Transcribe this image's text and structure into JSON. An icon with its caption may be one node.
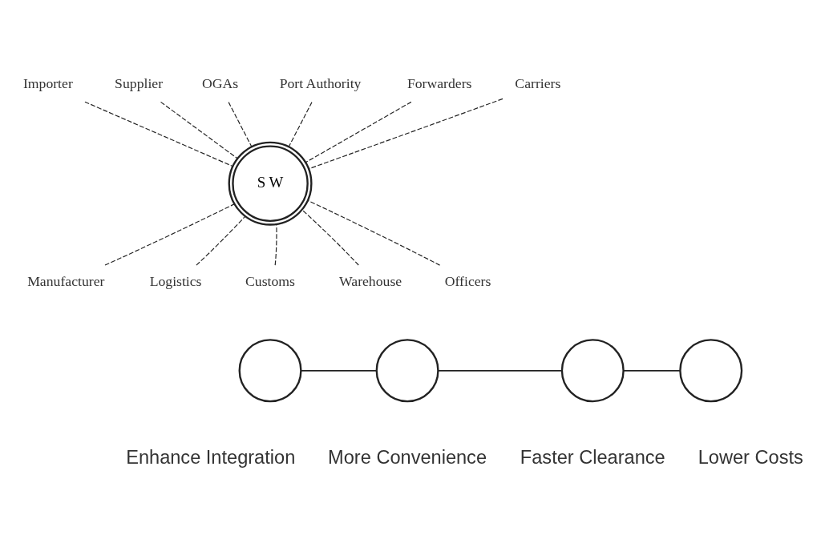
{
  "diagram": {
    "nodes": [
      {
        "text": [
          "Importer"
        ]
      },
      {
        "text": [
          "Manufacturer"
        ]
      },
      {
        "text": [
          "Supplier"
        ]
      },
      {
        "text": [
          "Logistics"
        ]
      },
      {
        "text": [
          "OGAs"
        ]
      },
      {
        "text": [
          "Customs"
        ]
      },
      {
        "text": [
          "S W"
        ]
      },
      {
        "text": [
          "Port Authority"
        ]
      },
      {
        "text": [
          "Warehouse"
        ]
      },
      {
        "text": [
          "Forwarders"
        ]
      },
      {
        "text": [
          "Officers"
        ]
      },
      {
        "text": [
          "Carriers"
        ]
      },
      {
        "text": [],
        "shape": "circle",
        "beside": [
          "Enhance Integration"
        ]
      },
      {
        "text": [],
        "shape": "circle",
        "beside": [
          "More Convenience"
        ]
      },
      {
        "text": [],
        "shape": "circle",
        "beside": [
          "Faster Clearance"
        ]
      },
      {
        "text": [],
        "shape": "circle",
        "beside": [
          "Lower Costs"
        ]
      }
    ],
    "edges": [
      {
        "from": 0,
        "to": 6,
        "arrow": "none",
        "style": "dashed"
      },
      {
        "from": 1,
        "to": 6,
        "arrow": "none",
        "style": "dashed"
      },
      {
        "from": 2,
        "to": 6,
        "arrow": "none",
        "style": "dashed"
      },
      {
        "from": 3,
        "to": 6,
        "arrow": "none",
        "style": "dashed"
      },
      {
        "from": 4,
        "to": 6,
        "arrow": "none",
        "style": "dashed"
      },
      {
        "from": 5,
        "to": 6,
        "arrow": "none",
        "style": "dashed"
      },
      {
        "from": 7,
        "to": 6,
        "arrow": "none",
        "style": "dashed"
      },
      {
        "from": 8,
        "to": 6,
        "arrow": "none",
        "style": "dashed"
      },
      {
        "from": 9,
        "to": 6,
        "arrow": "none",
        "style": "dashed"
      },
      {
        "from": 10,
        "to": 6,
        "arrow": "none",
        "style": "dashed"
      },
      {
        "from": 11,
        "to": 6,
        "arrow": "none",
        "style": "dashed"
      },
      {
        "from": 12,
        "to": 13,
        "arrow": "none"
      },
      {
        "from": 13,
        "to": 14,
        "arrow": "none"
      },
      {
        "from": 14,
        "to": 15,
        "arrow": "none"
      }
    ]
  }
}
